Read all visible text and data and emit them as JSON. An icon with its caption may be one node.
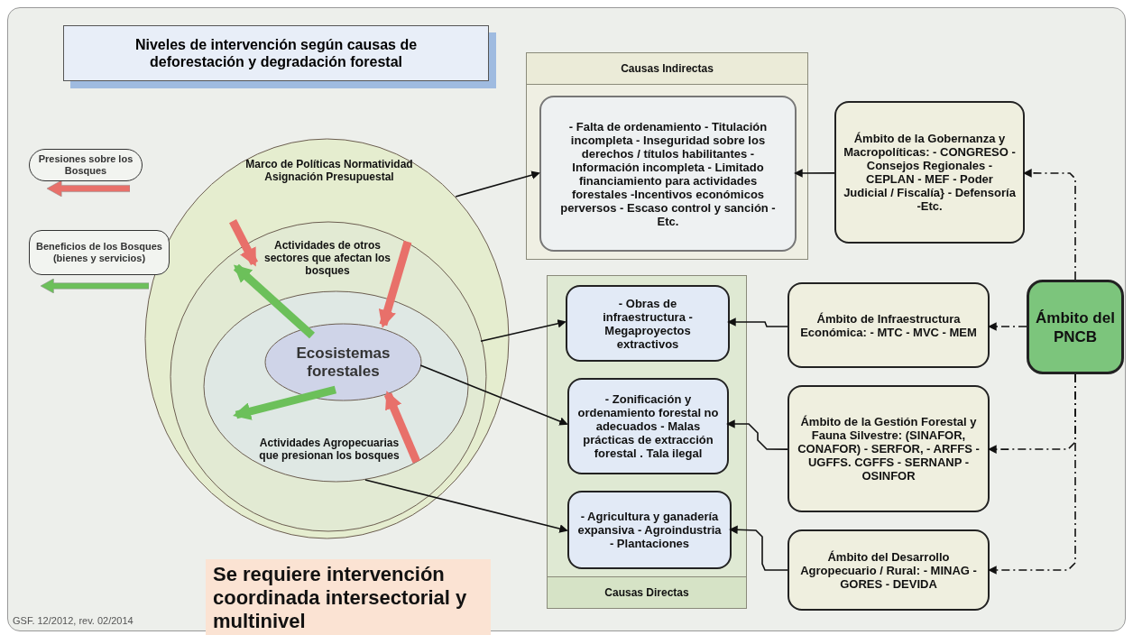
{
  "diagram": {
    "title": "Niveles de intervención según causas de deforestación y degradación forestal",
    "nodes": [
      {
        "text": [
          "Marco de Políticas Normatividad Asignación Presupuestal"
        ]
      },
      {
        "text": [
          "Actividades de otros sectores que afectan los bosques"
        ],
        "in": 0
      },
      {
        "text": [
          "Actividades Agropecuarias que presionan los bosques"
        ],
        "in": 1
      },
      {
        "text": [
          "Ecosistemas forestales"
        ],
        "in": 2
      },
      {
        "text": [
          "Causas Indirectas"
        ]
      },
      {
        "text": [
          "- Falta de ordenamiento - Titulación incompleta - Inseguridad sobre los derechos / títulos habilitantes - Información incompleta - Limitado financiamiento para actividades forestales -Incentivos económicos perversos - Escaso control y sanción - Etc."
        ],
        "in": 4
      },
      {
        "text": [
          "Causas Directas"
        ]
      },
      {
        "text": [
          "- Obras de infraestructura - Megaproyectos extractivos"
        ],
        "in": 6
      },
      {
        "text": [
          "- Zonificación y ordenamiento forestal no adecuados - Malas prácticas de extracción forestal . Tala ilegal"
        ],
        "in": 6
      },
      {
        "text": [
          "- Agricultura y ganadería expansiva - Agroindustria - Plantaciones"
        ],
        "in": 6
      },
      {
        "text": [
          "Ámbito de la Gobernanza y Macropolíticas: - CONGRESO - Consejos Regionales -CEPLAN - MEF - Poder Judicial / Fiscalía} - Defensoría -Etc."
        ]
      },
      {
        "text": [
          "Ámbito de Infraestructura Económica: - MTC - MVC - MEM"
        ]
      },
      {
        "text": [
          "Ámbito de la Gestión Forestal y Fauna Silvestre: (SINAFOR, CONAFOR) - SERFOR, - ARFFS - UGFFS. CGFFS - SERNANP - OSINFOR"
        ]
      },
      {
        "text": [
          "Ámbito del Desarrollo Agropecuario / Rural: - MINAG - GORES - DEVIDA"
        ]
      },
      {
        "text": [
          "Ámbito del PNCB"
        ]
      },
      {
        "text": [
          "Se requiere intervención coordinada intersectorial y multinivel"
        ]
      }
    ],
    "edges": [
      {
        "from": 0,
        "to": 5,
        "arrow": "to"
      },
      {
        "from": 1,
        "to": 7,
        "arrow": "to"
      },
      {
        "from": 3,
        "to": 8,
        "arrow": "to"
      },
      {
        "from": 2,
        "to": 9,
        "arrow": "to"
      },
      {
        "from": 10,
        "to": 5,
        "arrow": "to"
      },
      {
        "from": 11,
        "to": 7,
        "arrow": "to"
      },
      {
        "from": 12,
        "to": 8,
        "arrow": "to"
      },
      {
        "from": 13,
        "to": 9,
        "arrow": "to"
      },
      {
        "from": 14,
        "to": 10,
        "arrow": "to",
        "style": "dashed"
      },
      {
        "from": 14,
        "to": 11,
        "arrow": "to",
        "style": "dashed"
      },
      {
        "from": 14,
        "to": 12,
        "arrow": "to",
        "style": "dashed"
      },
      {
        "from": 14,
        "to": 13,
        "arrow": "to",
        "style": "dashed"
      },
      {
        "from": 0,
        "to": 1,
        "arrow": "to",
        "style": "thick",
        "color": "#e8706a"
      },
      {
        "from": 1,
        "to": 3,
        "arrow": "to",
        "style": "thick",
        "color": "#e8706a"
      },
      {
        "from": 2,
        "to": 3,
        "arrow": "to",
        "style": "thick",
        "color": "#e8706a"
      },
      {
        "from": 3,
        "to": 1,
        "arrow": "to",
        "style": "thick",
        "color": "#6cc05a"
      },
      {
        "from": 3,
        "to": 2,
        "arrow": "to",
        "style": "thick",
        "color": "#6cc05a"
      }
    ],
    "labels": [
      "GSF. 12/2012, rev. 02/2014"
    ],
    "legend": [
      {
        "text": "Presiones sobre los Bosques",
        "color": "#e8706a"
      },
      {
        "text": "Beneficios de los Bosques (bienes y servicios)",
        "color": "#6cc05a"
      }
    ]
  }
}
